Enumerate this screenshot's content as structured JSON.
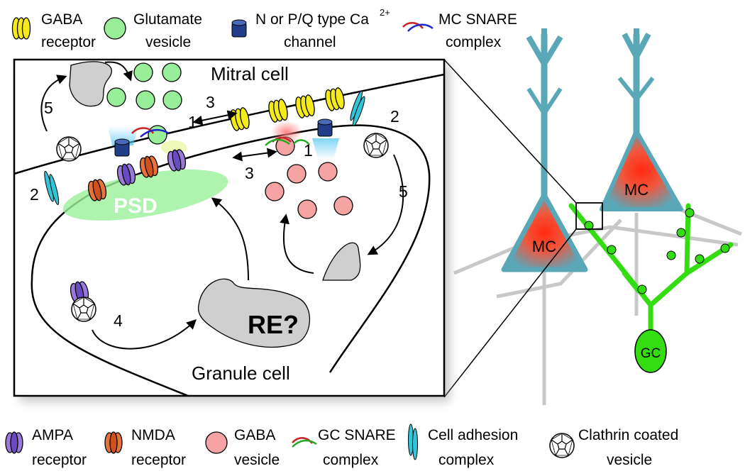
{
  "legend_top": {
    "gaba_receptor": [
      "GABA",
      "receptor"
    ],
    "glutamate_vesicle": [
      "Glutamate",
      "vesicle"
    ],
    "ca_channel": [
      "N or P/Q type Ca",
      "2+",
      "channel"
    ],
    "mc_snare": [
      "MC SNARE",
      "complex"
    ]
  },
  "legend_bottom": {
    "ampa": [
      "AMPA",
      "receptor"
    ],
    "nmda": [
      "NMDA",
      "receptor"
    ],
    "gaba_vesicle": [
      "GABA",
      "vesicle"
    ],
    "gc_snare": [
      "GC SNARE",
      "complex"
    ],
    "adhesion": [
      "Cell adhesion",
      "complex"
    ],
    "clathrin": [
      "Clathrin coated",
      "vesicle"
    ]
  },
  "inset": {
    "mitral_label": "Mitral cell",
    "granule_label": "Granule cell",
    "psd_label": "PSD",
    "re_label": "RE?",
    "steps": {
      "s1_left": "1",
      "s1_right": "1",
      "s2_left": "2",
      "s2_right": "2",
      "s3_top": "3",
      "s3_mid": "3",
      "s4": "4",
      "s5_left": "5",
      "s5_right": "5"
    }
  },
  "neurons": {
    "mc_front": "MC",
    "mc_back": "MC",
    "gc": "GC"
  },
  "colors": {
    "mitral_cell": "#5aa7b8",
    "granule_cell": "#33dd11",
    "glutamate_vesicle": "#99ee99",
    "gaba_vesicle": "#f5a3a3",
    "gaba_receptor": "#f5ea1a",
    "ca_channel": "#223d88",
    "ampa": "#9a7ad8",
    "nmda": "#e8733a",
    "psd": "#9af09a",
    "endosome": "#cfcfcf",
    "adhesion": "#33c4d8",
    "soma_glow": "#ff3a1a"
  }
}
